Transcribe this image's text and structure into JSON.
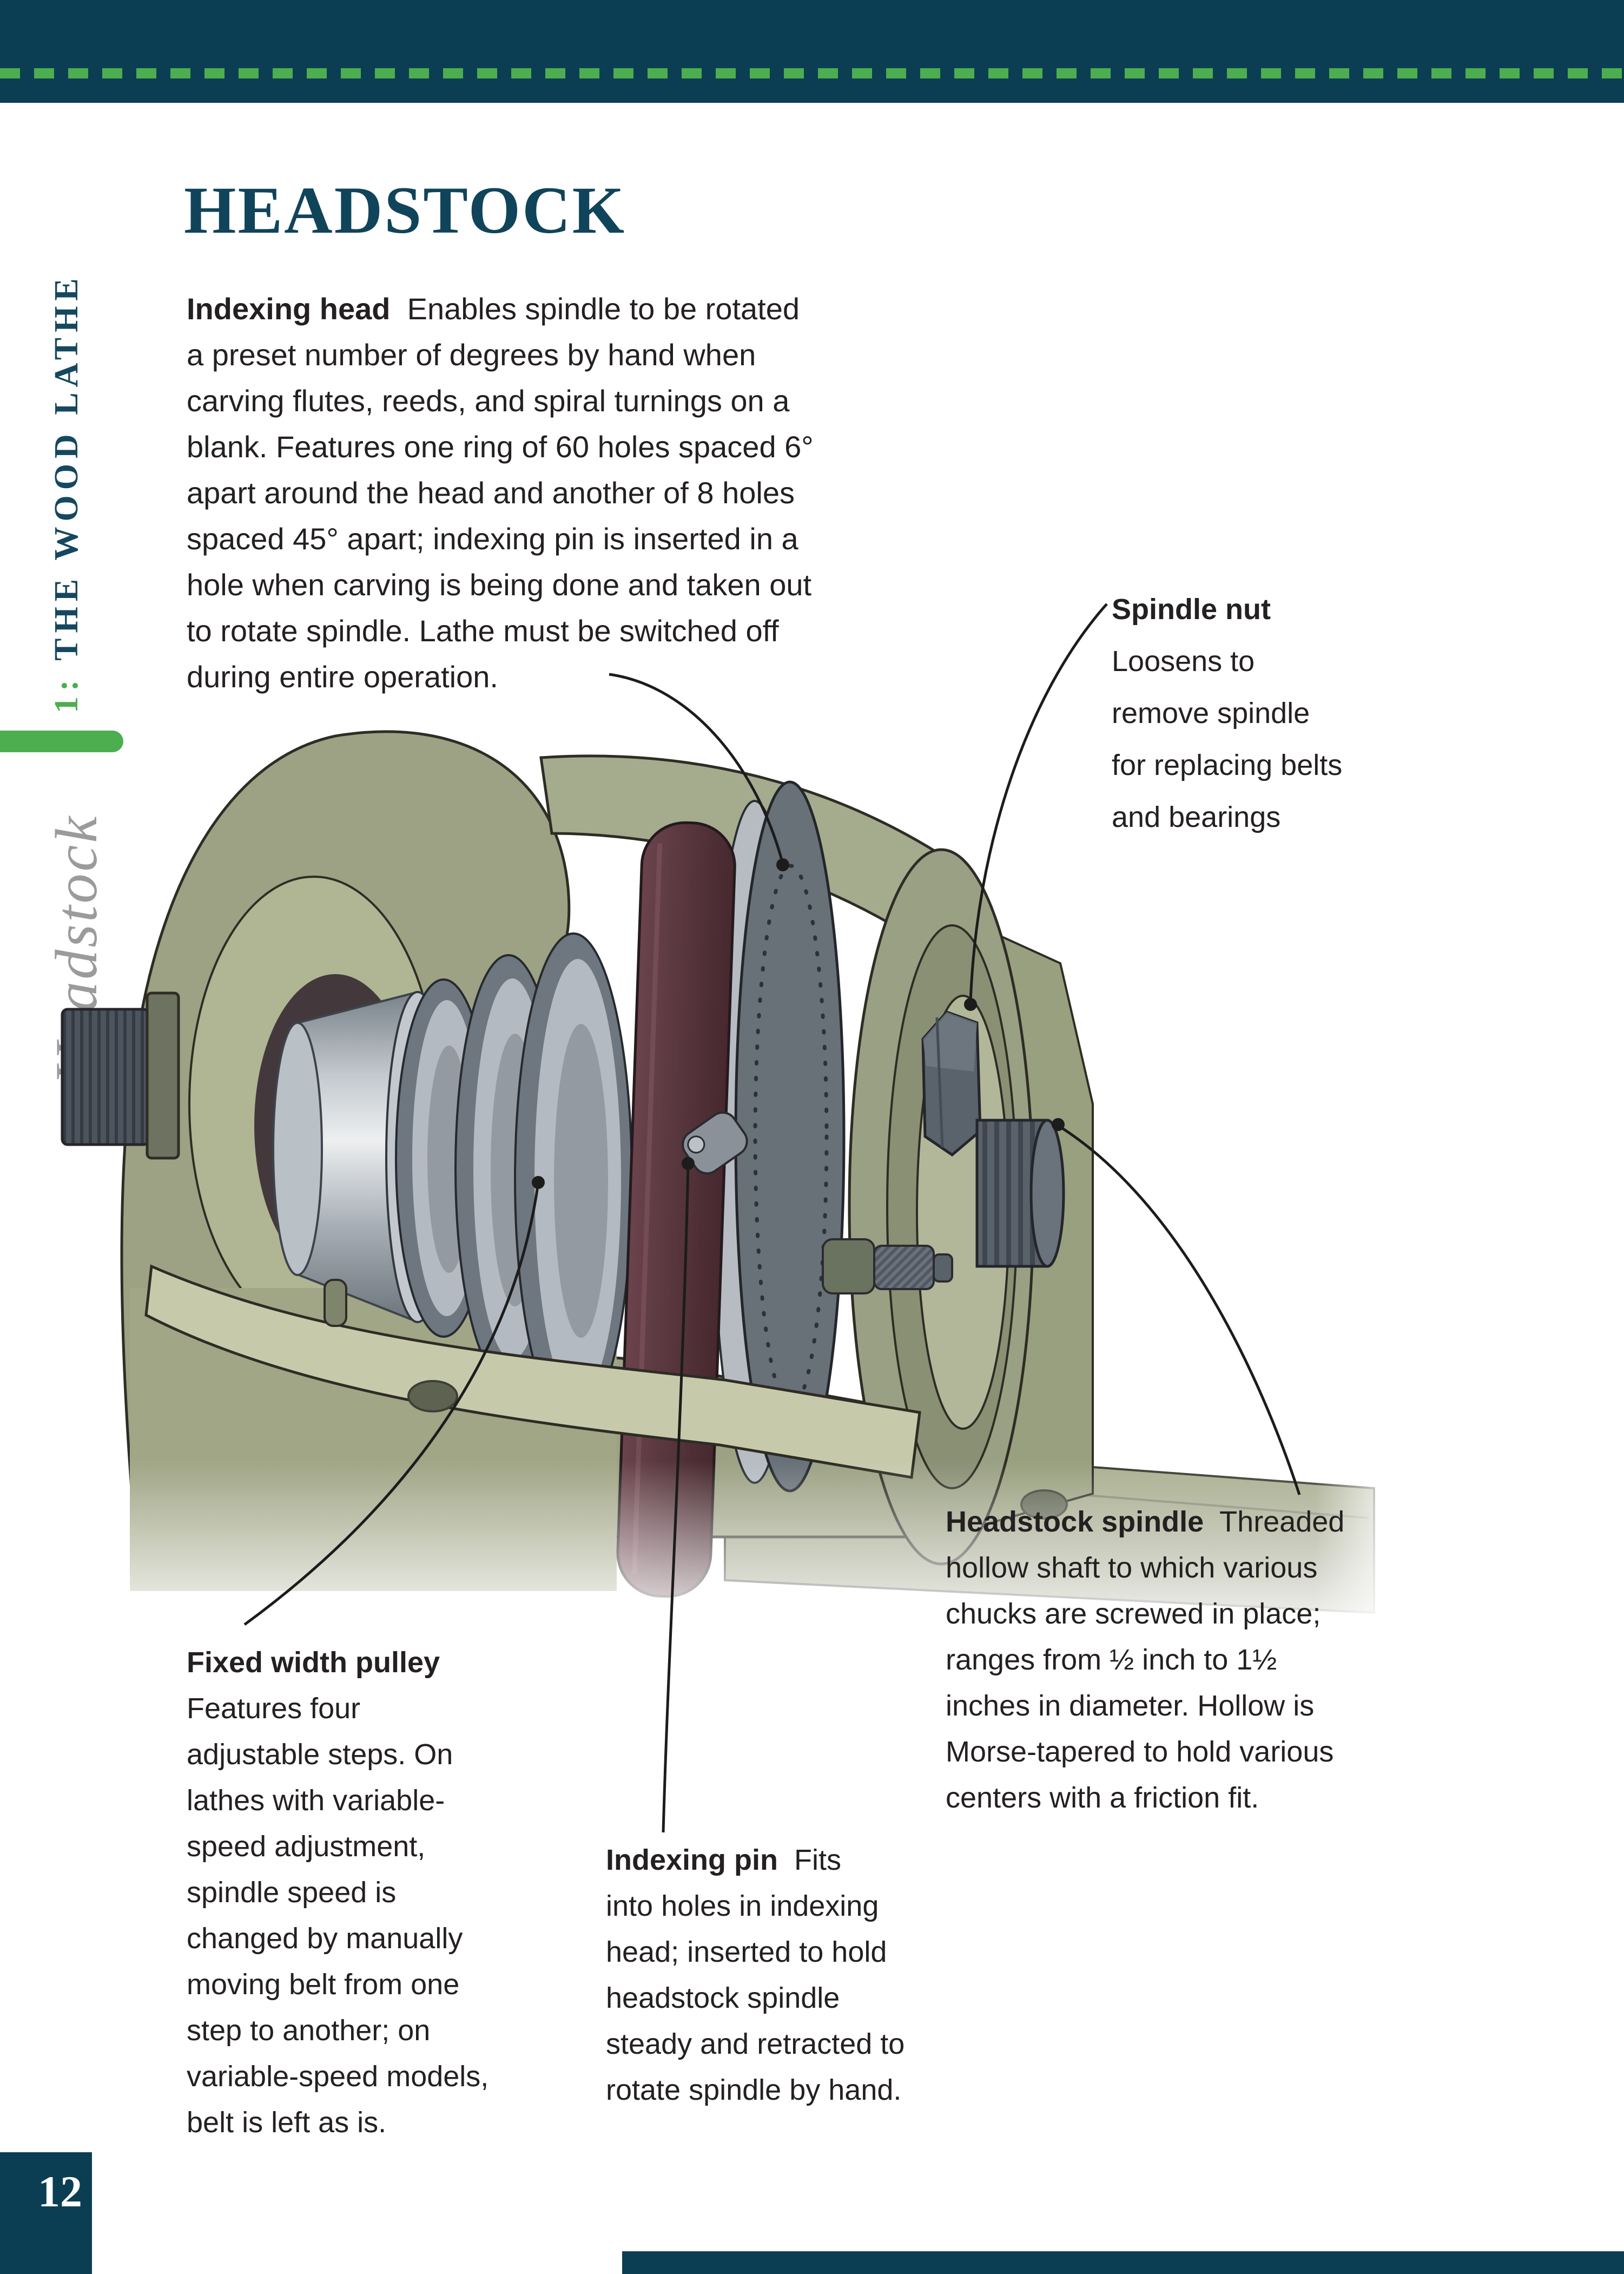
{
  "colors": {
    "teal_bar": "#0c3e53",
    "title_teal": "#10445a",
    "accent_green": "#4cae4f",
    "sidebar_gray": "#9b9b9b",
    "ink": "#242021",
    "belt_maroon": "#5d3a42",
    "housing_olive": "#9ca283"
  },
  "header": {
    "title": "HEADSTOCK"
  },
  "sidebar": {
    "chapter_number": "1:",
    "chapter_name": " THE WOOD LATHE",
    "section": "Headstock"
  },
  "footer": {
    "page_number": "12"
  },
  "callouts": {
    "indexing_head": {
      "label": "Indexing head",
      "first_line_rest": "  Enables spindle to be rotated",
      "lines": [
        "a preset number of degrees by hand when",
        "carving flutes, reeds, and spiral turnings on a",
        "blank. Features one ring of 60 holes spaced 6°",
        "apart around the head and another of 8 holes",
        "spaced 45° apart; indexing pin is inserted in a",
        "hole when carving is being done and taken out",
        "to rotate spindle. Lathe must be switched off",
        "during entire operation."
      ]
    },
    "spindle_nut": {
      "label": "Spindle nut",
      "lines": [
        "Loosens to",
        "remove spindle",
        "for replacing belts",
        "and bearings"
      ]
    },
    "fixed_width_pulley": {
      "label": "Fixed width pulley",
      "lines": [
        "Features four",
        "adjustable steps. On",
        "lathes with variable-",
        "speed adjustment,",
        "spindle speed is",
        "changed by manually",
        "moving belt from one",
        "step to another; on",
        "variable-speed models,",
        "belt is left as is."
      ]
    },
    "headstock_spindle": {
      "label": "Headstock spindle",
      "first_line_rest": "  Threaded",
      "lines": [
        "hollow shaft to which various",
        "chucks are screwed in place;",
        "ranges from ½ inch to 1½",
        "inches in diameter. Hollow is",
        "Morse-tapered to hold various",
        "centers with a friction fit."
      ]
    },
    "indexing_pin": {
      "label": "Indexing pin",
      "first_line_rest": "  Fits",
      "lines": [
        "into holes in indexing",
        "head; inserted to hold",
        "headstock spindle",
        "steady and retracted to",
        "rotate spindle by hand."
      ]
    }
  }
}
